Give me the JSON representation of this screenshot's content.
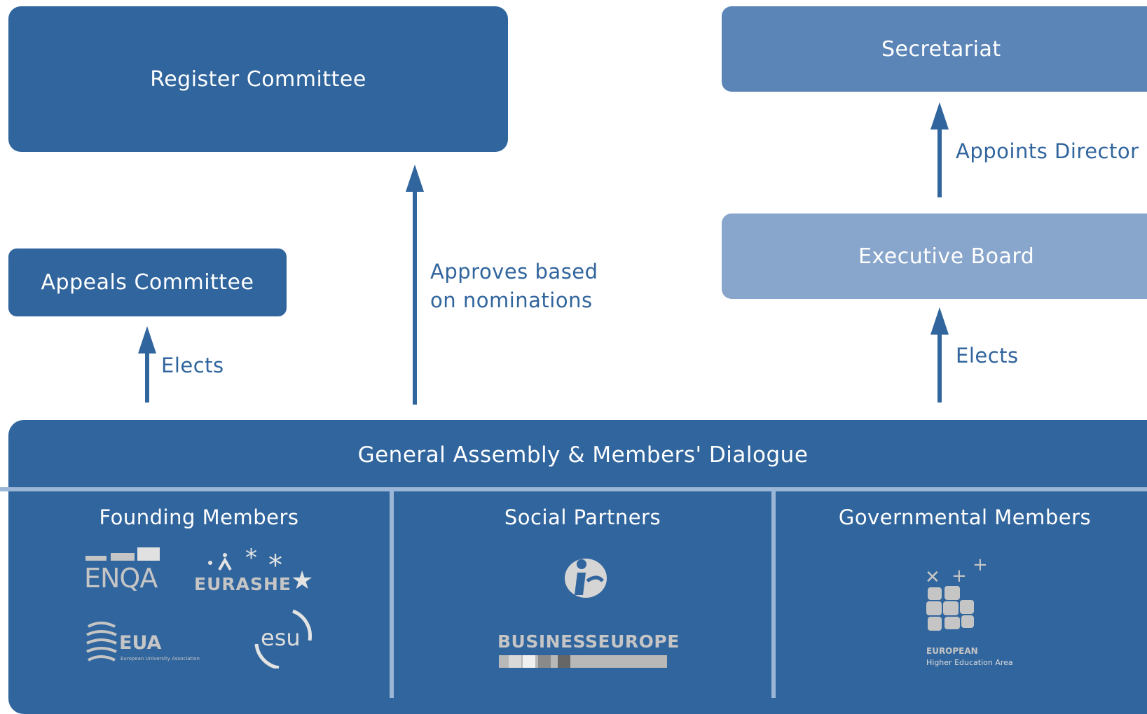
{
  "diagram": {
    "boxes": {
      "register_committee": "Register Committee",
      "secretariat": "Secretariat",
      "appeals_committee": "Appeals Committee",
      "executive_board": "Executive Board",
      "general_assembly": "General Assembly & Members' Dialogue"
    },
    "edges": {
      "appoints_director": "Appoints Director",
      "approves_line1": "Approves based",
      "approves_line2": "on nominations",
      "elects_appeals": "Elects",
      "elects_board": "Elects"
    },
    "columns": {
      "founding": "Founding Members",
      "social": "Social Partners",
      "governmental": "Governmental Members"
    },
    "logos": {
      "enqa": "ENQA",
      "eurashe": "EURASHE",
      "eua": "EUA",
      "eua_sub": "European University Association",
      "esu": "esu",
      "businesseurope": "BUSINESSEUROPE",
      "ehea_line1": "EUROPEAN",
      "ehea_line2": "Higher Education Area"
    },
    "colors": {
      "dark": "#31659d",
      "medium": "#5c85b7",
      "light": "#88a5cb",
      "logo_grey": "#c5c5c5"
    }
  }
}
